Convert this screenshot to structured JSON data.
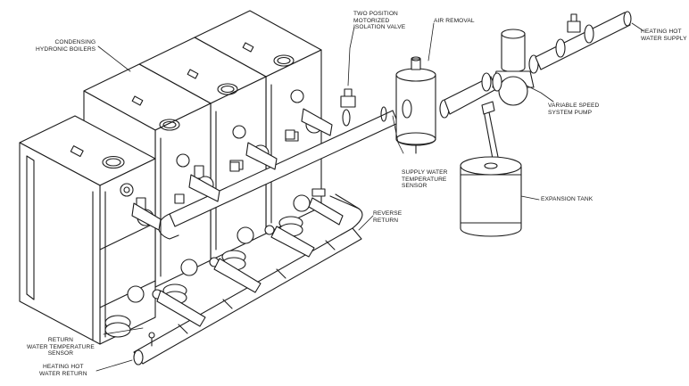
{
  "labels": {
    "boilers": [
      "CONDENSING",
      "HYDRONIC BOILERS"
    ],
    "valve": [
      "TWO POSITION",
      "MOTORIZED",
      "ISOLATION VALVE"
    ],
    "air_removal": [
      "AIR REMOVAL"
    ],
    "supply": [
      "HEATING HOT",
      "WATER SUPPLY"
    ],
    "pump": [
      "VARIABLE SPEED",
      "SYSTEM PUMP"
    ],
    "supply_sensor": [
      "SUPPLY WATER",
      "TEMPERATURE",
      "SENSOR"
    ],
    "reverse_return": [
      "REVERSE",
      "RETURN"
    ],
    "expansion_tank": [
      "EXPANSION TANK"
    ],
    "return_sensor": [
      "RETURN",
      "WATER TEMPERATURE",
      "SENSOR"
    ],
    "hot_water_return": [
      "HEATING HOT",
      "WATER RETURN"
    ]
  }
}
